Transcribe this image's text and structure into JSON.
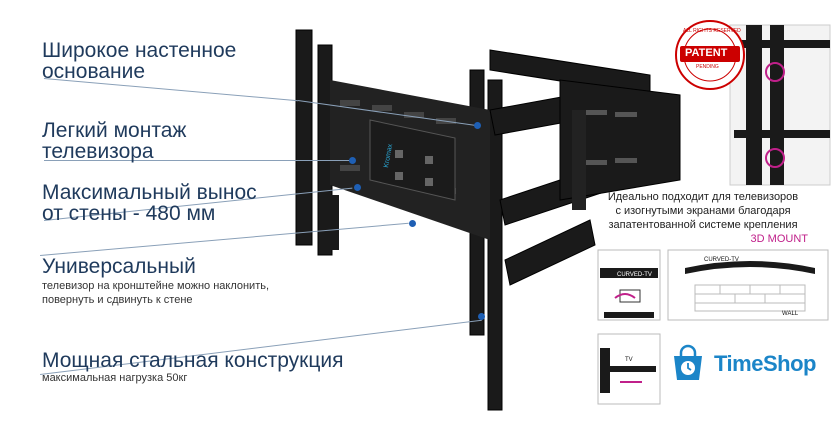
{
  "features": [
    {
      "title": "Широкое настенное",
      "title2": "основание",
      "sub": ""
    },
    {
      "title": "Легкий монтаж",
      "title2": "телевизора",
      "sub": ""
    },
    {
      "title": "Максимальный вынос",
      "title2": "от стены - 480 мм",
      "sub": ""
    },
    {
      "title": "Универсальный",
      "title2": "",
      "sub": "телевизор на кронштейне можно наклонить, повернуть и сдвинуть к стене"
    },
    {
      "title": "Мощная стальная конструкция",
      "title2": "",
      "sub": "максимальная нагрузка 50кг"
    }
  ],
  "note": {
    "line1": "Идеально подходит для телевизоров",
    "line2": "с изогнутыми экранами благодаря",
    "line3": "запатентованной системе крепления",
    "accent": "3D MOUNT"
  },
  "patent": {
    "text": "PATENT",
    "pending": "PENDING",
    "ring": "ALL RIGHTS RESERVED"
  },
  "diagram_labels": {
    "curved_tv": "CURVED-TV",
    "curved_tv2": "CURVED-TV",
    "wall": "WALL",
    "tv": "TV"
  },
  "mount_logo": "Kromax",
  "brand": {
    "name": "TimeShop"
  },
  "colors": {
    "text": "#1f3a5c",
    "accent": "#c0208a",
    "brand": "#1b85c8",
    "dot": "#1e5fb4"
  }
}
